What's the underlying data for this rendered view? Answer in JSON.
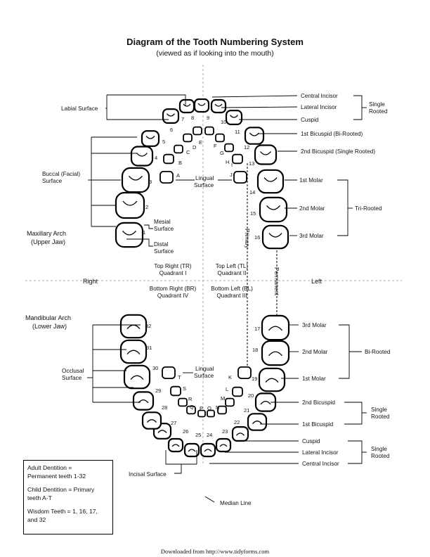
{
  "title": "Diagram of the Tooth Numbering System",
  "subtitle": "(viewed as if looking into the mouth)",
  "labels": {
    "labial_surface": "Labial Surface",
    "buccal_surface_1": "Buccal (Facial)",
    "buccal_surface_2": "Surface",
    "maxillary_1": "Maxillary Arch",
    "maxillary_2": "(Upper Jaw)",
    "mesial_1": "Mesial",
    "mesial_2": "Surface",
    "distal_1": "Distal",
    "distal_2": "Surface",
    "lingual_upper_1": "Lingual",
    "lingual_upper_2": "Surface",
    "primary": "Primary",
    "permanent": "Permanent",
    "right": "Right",
    "left": "Left",
    "tr_1": "Top Right (TR)",
    "tr_2": "Quadrant I",
    "tl_1": "Top Left (TL)",
    "tl_2": "Quadrant II",
    "br_1": "Bottom Right (BR)",
    "br_2": "Quadrant IV",
    "bl_1": "Bottom Left (BL)",
    "bl_2": "Quadrant III",
    "mandibular_1": "Mandibular Arch",
    "mandibular_2": "(Lower Jaw)",
    "occlusal_1": "Occlusal",
    "occlusal_2": "Surface",
    "lingual_lower_1": "Lingual",
    "lingual_lower_2": "Surface",
    "incisal_surface": "Incisal Surface",
    "median_line": "Median Line"
  },
  "upper_right_labels": {
    "central_incisor": "Central Incisor",
    "lateral_incisor": "Lateral Incisor",
    "cuspid": "Cuspid",
    "single_1": "Single",
    "single_2": "Rooted",
    "first_bicuspid": "1st Bicuspid (Bi-Rooted)",
    "second_bicuspid": "2nd Bicuspid (Single Rooted)",
    "first_molar": "1st Molar",
    "second_molar": "2nd Molar",
    "third_molar": "3rd Molar",
    "tri_rooted": "Tri-Rooted"
  },
  "lower_right_labels": {
    "third_molar": "3rd Molar",
    "second_molar": "2nd Molar",
    "first_molar": "1st Molar",
    "bi_rooted": "Bi-Rooted",
    "second_bicuspid": "2nd Bicuspid",
    "first_bicuspid": "1st Bicuspid",
    "single_a_1": "Single",
    "single_a_2": "Rooted",
    "cuspid": "Cuspid",
    "lateral_incisor": "Lateral Incisor",
    "central_incisor": "Central Incisor",
    "single_b_1": "Single",
    "single_b_2": "Rooted"
  },
  "legend": {
    "adult_1": "Adult Dentition =",
    "adult_2": "Permanent teeth 1-32",
    "child_1": "Child Dentition = Primary",
    "child_2": "teeth A-T",
    "wisdom_1": "Wisdom Teeth = 1, 16, 17,",
    "wisdom_2": "and 32"
  },
  "tooth_numbers": [
    "1",
    "2",
    "3",
    "4",
    "5",
    "6",
    "7",
    "8",
    "9",
    "10",
    "11",
    "12",
    "13",
    "14",
    "15",
    "16",
    "17",
    "18",
    "19",
    "20",
    "21",
    "22",
    "23",
    "24",
    "25",
    "26",
    "27",
    "28",
    "29",
    "30",
    "31",
    "32"
  ],
  "primary_letters": [
    "A",
    "B",
    "C",
    "D",
    "E",
    "F",
    "G",
    "H",
    "I",
    "J",
    "K",
    "L",
    "M",
    "N",
    "O",
    "P",
    "Q",
    "R",
    "S",
    "T"
  ],
  "footer": "Downloaded from http://www.tidyforms.com"
}
